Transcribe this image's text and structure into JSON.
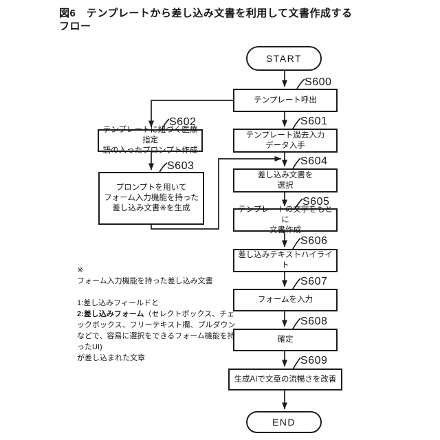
{
  "figure": {
    "title_line1": "図6　テンプレートから差し込み文書を利用して文書作成する",
    "title_line2": "フロー"
  },
  "terminals": {
    "start": "START",
    "end": "END"
  },
  "steps": [
    {
      "id": "S600",
      "lines": [
        "テンプレート呼出"
      ]
    },
    {
      "id": "S601",
      "lines": [
        "テンプレート過去入力",
        "データ入手"
      ]
    },
    {
      "id": "S602",
      "lines": [
        "テンプレートに紐づく医療指定",
        "語の入ったプロンプト作成"
      ]
    },
    {
      "id": "S603",
      "lines": [
        "プロンプトを用いて",
        "フォーム入力機能を持った",
        "差し込み文書※を生成"
      ]
    },
    {
      "id": "S604",
      "lines": [
        "差し込み文書を",
        "選択"
      ]
    },
    {
      "id": "S605",
      "lines": [
        "テンプレートの文字をもとに",
        "文書作成"
      ]
    },
    {
      "id": "S606",
      "lines": [
        "差し込みテキストハイライト"
      ]
    },
    {
      "id": "S607",
      "lines": [
        "フォームを入力"
      ]
    },
    {
      "id": "S608",
      "lines": [
        "確定"
      ]
    },
    {
      "id": "S609",
      "lines": [
        "生成AIで文章の流暢さを改善"
      ]
    }
  ],
  "note": {
    "symbol": "※",
    "subtitle": "フォーム入力機能を持った差し込み文書",
    "item1": "1:差し込みフィールドと",
    "item2_bold": "2:差し込みフォーム",
    "item2_rest": "（セレクトボックス、チェックボックス、フリーテキスト欄、プルダウンなどで、容易に選択をできるフォーム機能を持ったUI)",
    "item3": "が差し込まれた文章"
  },
  "colors": {
    "ink": "#1c1c1c",
    "background": "#ffffff"
  }
}
